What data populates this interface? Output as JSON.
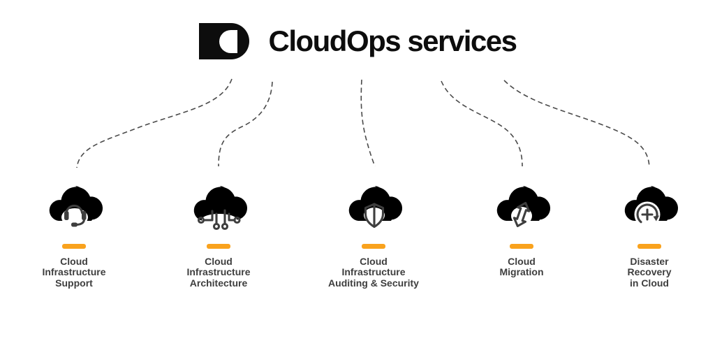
{
  "theme": {
    "accent": "#F9A21D",
    "ink": "#3E3E3E",
    "line": "#4A4A4A",
    "title_color": "#0D0D0D"
  },
  "header": {
    "title": "CloudOps services",
    "logo": "cloudops-logo"
  },
  "services": [
    {
      "icon": "cloud-headset-icon",
      "label": "Cloud\nInfrastructure\nSupport"
    },
    {
      "icon": "cloud-circuit-icon",
      "label": "Cloud\nInfrastructure\nArchitecture"
    },
    {
      "icon": "cloud-shield-icon",
      "label": "Cloud\nInfrastructure\nAuditing & Security"
    },
    {
      "icon": "cloud-arrows-icon",
      "label": "Cloud\nMigration"
    },
    {
      "icon": "cloud-recovery-icon",
      "label": "Disaster\nRecovery\nin Cloud"
    }
  ]
}
